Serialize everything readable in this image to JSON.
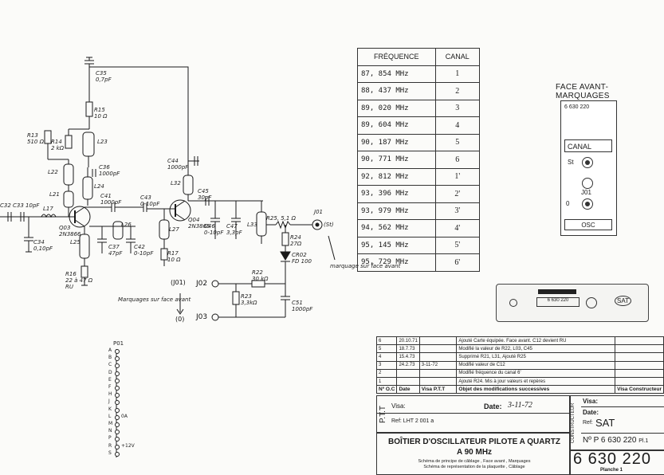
{
  "schematic": {
    "components": {
      "C35": {
        "ref": "C35",
        "val": "0,7pF"
      },
      "R15": {
        "ref": "R15",
        "val": "10 Ω"
      },
      "R13": {
        "ref": "R13",
        "val": "510 Ω"
      },
      "R14": {
        "ref": "R14",
        "val": "2 kΩ"
      },
      "L23": {
        "ref": "L23"
      },
      "C36": {
        "ref": "C36",
        "val": "1000pF"
      },
      "L22": {
        "ref": "L22"
      },
      "L24": {
        "ref": "L24"
      },
      "L21": {
        "ref": "L21"
      },
      "C41": {
        "ref": "C41",
        "val": "1000pF"
      },
      "C32": {
        "ref": "C32"
      },
      "C33": {
        "ref": "C33",
        "val": "10pF"
      },
      "L17": {
        "ref": "L17"
      },
      "Q03": {
        "ref": "Q03",
        "val": "2N3866"
      },
      "C34": {
        "ref": "C34",
        "val": "0,10pF"
      },
      "L25": {
        "ref": "L25"
      },
      "C37": {
        "ref": "C37",
        "val": "47pF"
      },
      "C42": {
        "ref": "C42",
        "val": "0-10pF"
      },
      "R16": {
        "ref": "R16",
        "val": "22 à 47 Ω",
        "note": "RU"
      },
      "C43": {
        "ref": "C43",
        "val": "0-10pF"
      },
      "L26": {
        "ref": "L26"
      },
      "Q04": {
        "ref": "Q04",
        "val": "2N3866"
      },
      "L27": {
        "ref": "L27"
      },
      "R17": {
        "ref": "R17",
        "val": "10 Ω"
      },
      "C44": {
        "ref": "C44",
        "val": "1000pF"
      },
      "L32": {
        "ref": "L32"
      },
      "C45": {
        "ref": "C45",
        "val": "30pF"
      },
      "C46": {
        "ref": "C46",
        "val": "0-10pF"
      },
      "C47": {
        "ref": "C47",
        "val": "3,3pF"
      },
      "L33": {
        "ref": "L33"
      },
      "R25": {
        "ref": "R25",
        "val": "5,1 Ω"
      },
      "J01": {
        "ref": "J01",
        "val": "(St)"
      },
      "R24": {
        "ref": "R24",
        "val": "27Ω"
      },
      "CR02": {
        "ref": "CR02",
        "val": "FD 100"
      },
      "R22": {
        "ref": "R22",
        "val": "30 kΩ"
      },
      "R23": {
        "ref": "R23",
        "val": "3,3kΩ"
      },
      "C51": {
        "ref": "C51",
        "val": "1000pF"
      },
      "J02": {
        "ref": "J02"
      },
      "J03": {
        "ref": "J03"
      }
    },
    "annotations": {
      "marquage_sur_face_avant": "marquage sur face avant",
      "marquages_sur_face_avant": "Marquages sur face avant",
      "j01_paren": "(J01)",
      "zero_paren": "(0)"
    },
    "connector": {
      "ref": "P01",
      "pins": [
        "A",
        "B",
        "C",
        "D",
        "E",
        "F",
        "H",
        "J",
        "K",
        "L",
        "M",
        "N",
        "P",
        "R",
        "S"
      ],
      "labels": {
        "L": "0A",
        "R": "+12V"
      }
    }
  },
  "freq_table": {
    "headers": [
      "FRÉQUENCE",
      "CANAL"
    ],
    "rows": [
      {
        "f": "87, 854  MHz",
        "c": "1"
      },
      {
        "f": "88, 437  MHz",
        "c": "2"
      },
      {
        "f": "89, 020  MHz",
        "c": "3"
      },
      {
        "f": "89, 604  MHz",
        "c": "4"
      },
      {
        "f": "90, 187  MHz",
        "c": "5"
      },
      {
        "f": "90, 771  MHz",
        "c": "6"
      },
      {
        "f": "92, 812  MHz",
        "c": "1'"
      },
      {
        "f": "93, 396  MHz",
        "c": "2'"
      },
      {
        "f": "93, 979  MHz",
        "c": "3'"
      },
      {
        "f": "94, 562  MHz",
        "c": "4'"
      },
      {
        "f": "95, 145  MHz",
        "c": "5'"
      },
      {
        "f": "95, 729  MHz",
        "c": "6'"
      }
    ]
  },
  "face_avant": {
    "title": "FACE AVANT- MARQUAGES",
    "part_no": "6 630 220",
    "canal": "CANAL",
    "st": "St",
    "j01": "J01",
    "zero": "0",
    "osc": "OSC"
  },
  "side_view": {
    "label": "6 630 220",
    "badge": "SAT"
  },
  "modifications": {
    "rows": [
      {
        "n": "6",
        "date": "20.10.71",
        "visa": "",
        "text": "Ajouté Carte équipée. Face avant. C12 devient RU",
        "sig": ""
      },
      {
        "n": "5",
        "date": "18.7.73",
        "visa": "",
        "text": "Modifié la valeur de R22, L03, C45",
        "sig": ""
      },
      {
        "n": "4",
        "date": "15.4.73",
        "visa": "",
        "text": "Supprimé R21, L31, Ajouté R25",
        "sig": ""
      },
      {
        "n": "3",
        "date": "24.2.73",
        "visa": "3-11-72",
        "text": "Modifié valeur de C12",
        "sig": ""
      },
      {
        "n": "2",
        "date": "",
        "visa": "",
        "text": "Modifié fréquence du canal 6'",
        "sig": ""
      },
      {
        "n": "1",
        "date": "",
        "visa": "",
        "text": "Ajouté R24. Mis à jour valeurs et repères",
        "sig": ""
      }
    ],
    "header": {
      "n": "Nº O.C",
      "date": "Date",
      "visa": "Visa P.T.T",
      "objet": "Objet  des  modifications  successives",
      "constructeur": "Visa Constructeur"
    }
  },
  "title_block": {
    "ptt": "P.T.T",
    "visa_label": "Visa:",
    "date_label": "Date:",
    "date_value": "3-11-72",
    "ref_label": "Ref:",
    "ref_value": "LHT  2 001 a",
    "constructeur": "CONSTRUCTEUR",
    "visa2": "Visa:",
    "date2": "Date:",
    "ref2_label": "Ref:",
    "ref2_value": "SAT",
    "np": "Nº P 6 630 220",
    "pl": "Pl.1",
    "title1": "BOÎTIER D'OSCILLATEUR PILOTE A QUARTZ",
    "title2": "A  90  MHz",
    "sub1": "Schéma de principe de câblage , Face avant , Marquages",
    "sub2": "Schéma de représentation de la plaquette , Câblage",
    "number": "6 630 220",
    "planche": "Planche 1"
  }
}
